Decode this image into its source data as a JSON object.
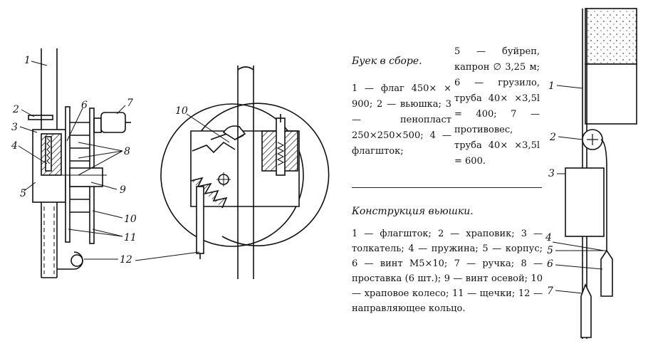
{
  "figure": {
    "left_callouts": [
      "1",
      "2",
      "3",
      "4",
      "5",
      "6",
      "7",
      "8",
      "9",
      "10",
      "11",
      "12"
    ],
    "middle_callouts": [
      "10"
    ],
    "right_callouts": [
      "1",
      "2",
      "3",
      "4",
      "5",
      "6",
      "7"
    ]
  },
  "buoy_caption": {
    "title": "Буек в сборе.",
    "left_text": "1 — флаг 450× × 900; 2 — вьюшка; 3 — пенопласт 250×250×500; 4 — флагшток;",
    "right_text": "5 — буйреп, капрон ∅ 3,25 м; 6 — грузило, труба 40× ×3,5l = 400; 7 — противовес, труба 40× ×3,5l = 600."
  },
  "reel_caption": {
    "title": "Конструкция вьюшки.",
    "items": [
      "1 — флагшток;",
      "2 — храповик;",
      "3 — толкатель;",
      "4 — пружина;",
      "5 — корпус;",
      "6 — винт М5×10;",
      "7 — ручка;",
      "8 — проставка (6 шт.);",
      "9 — винт осевой;",
      "10 — храповое колесо;",
      "11 — щечки;",
      "12 — направляющее кольцо."
    ]
  }
}
